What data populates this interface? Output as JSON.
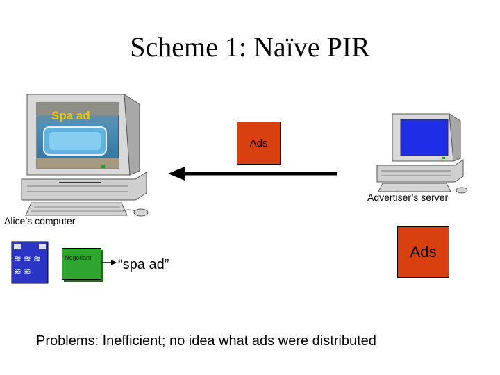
{
  "title": "Scheme 1: Naïve PIR",
  "alice": {
    "label": "Alice’s computer",
    "screen_label": "Spa ad",
    "screen_label_color": "#f2c400"
  },
  "advertiser": {
    "label": "Advertiser’s server",
    "screen_color": "#1f2ee6"
  },
  "ads_box_top": {
    "label": "Ads",
    "color": "#d9400f"
  },
  "ads_box_bottom": {
    "label": "Ads",
    "color": "#d9400f"
  },
  "negotiant": {
    "label": "Negotiant",
    "color": "#2ea52e"
  },
  "query": {
    "label": "“spa ad”"
  },
  "problems": "Problems: Inefficient; no idea what ads were distributed",
  "icons": {
    "data_doc": "document-icon",
    "arrow": "left-arrow-icon"
  }
}
